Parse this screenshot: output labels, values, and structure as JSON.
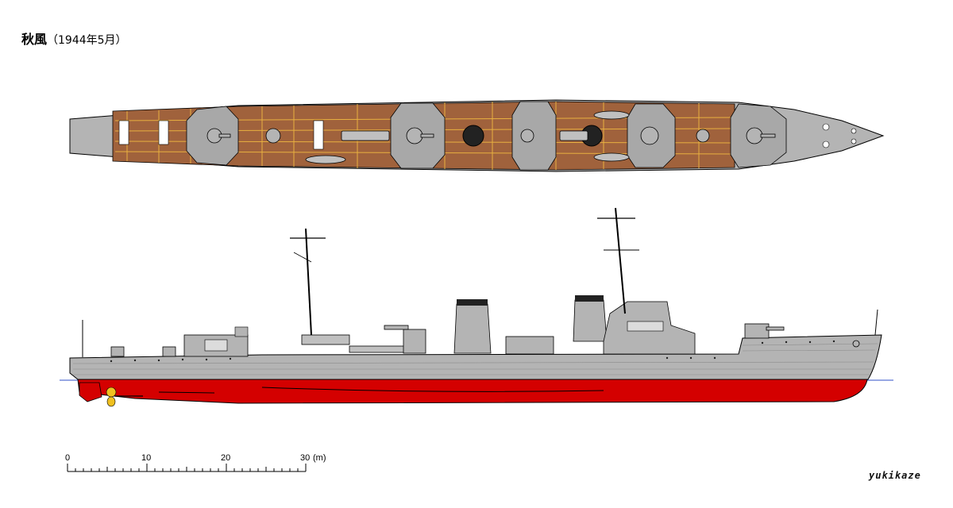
{
  "title": {
    "name": "秋風",
    "date": "（1944年5月）"
  },
  "scale_bar": {
    "labels": [
      "0",
      "10",
      "20",
      "30"
    ],
    "unit": "(m)"
  },
  "signature": "yukikaze",
  "colors": {
    "hull_gray": "#b4b4b4",
    "deck_wood": "#a0623c",
    "deck_lines": "#e8b040",
    "antifouling_red": "#d40000",
    "propeller": "#f0c020",
    "waterline": "#3050c8",
    "outline": "#000000"
  },
  "icons": [
    "propeller-icon",
    "rudder-icon",
    "anchor-icon"
  ]
}
